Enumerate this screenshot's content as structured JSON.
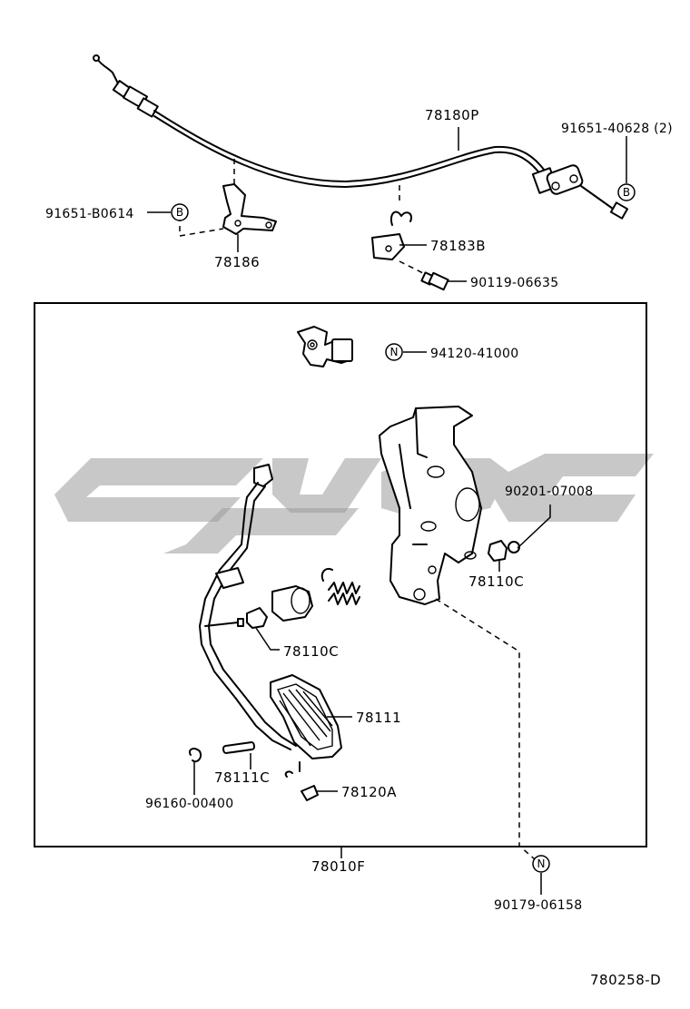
{
  "parts": {
    "p78180P": "78180P",
    "p91651_40628": "91651-40628 (2)",
    "p91651_B0614": "91651-B0614",
    "p78186": "78186",
    "p78183B": "78183B",
    "p90119_06635": "90119-06635",
    "p94120_41000": "94120-41000",
    "p90201_07008": "90201-07008",
    "p78110C_right": "78110C",
    "p78110C_left": "78110C",
    "p78111": "78111",
    "p78111C": "78111C",
    "p96160_00400": "96160-00400",
    "p78120A": "78120A",
    "p78010F": "78010F",
    "p90179_06158": "90179-06158"
  },
  "symbols": {
    "b": "B",
    "n": "N"
  },
  "diagram_code": "780258-D"
}
